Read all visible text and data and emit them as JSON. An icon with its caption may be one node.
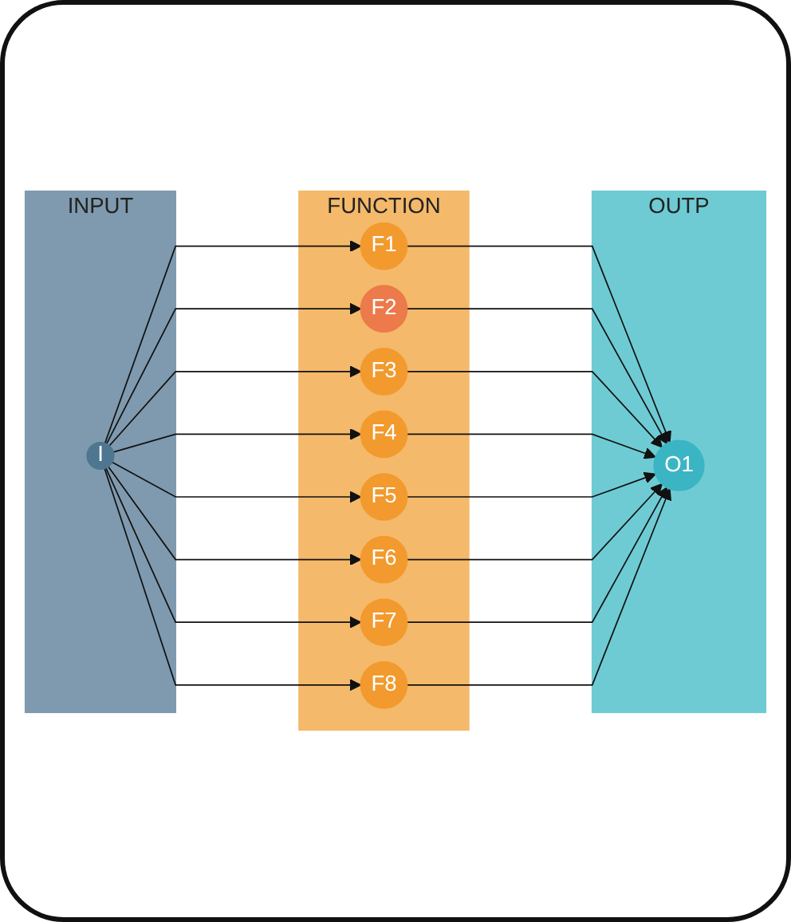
{
  "diagram": {
    "nodes": [
      {
        "text": [
          "INPUT"
        ]
      },
      {
        "text": [
          "I"
        ],
        "in": 0
      },
      {
        "text": [
          "FUNCTION"
        ]
      },
      {
        "text": [
          "F1"
        ],
        "in": 2
      },
      {
        "text": [
          "F2"
        ],
        "in": 2
      },
      {
        "text": [
          "F3"
        ],
        "in": 2
      },
      {
        "text": [
          "F4"
        ],
        "in": 2
      },
      {
        "text": [
          "F5"
        ],
        "in": 2
      },
      {
        "text": [
          "F6"
        ],
        "in": 2
      },
      {
        "text": [
          "F7"
        ],
        "in": 2
      },
      {
        "text": [
          "F8"
        ],
        "in": 2
      },
      {
        "text": [
          "OUTP"
        ]
      },
      {
        "text": [
          "O1"
        ],
        "in": 11
      }
    ],
    "edges": [
      {
        "from": 1,
        "to": 3,
        "arrow": "to"
      },
      {
        "from": 1,
        "to": 4,
        "arrow": "to"
      },
      {
        "from": 1,
        "to": 5,
        "arrow": "to"
      },
      {
        "from": 1,
        "to": 6,
        "arrow": "to"
      },
      {
        "from": 1,
        "to": 7,
        "arrow": "to"
      },
      {
        "from": 1,
        "to": 8,
        "arrow": "to"
      },
      {
        "from": 1,
        "to": 9,
        "arrow": "to"
      },
      {
        "from": 1,
        "to": 10,
        "arrow": "to"
      },
      {
        "from": 3,
        "to": 12,
        "arrow": "to"
      },
      {
        "from": 4,
        "to": 12,
        "arrow": "to"
      },
      {
        "from": 5,
        "to": 12,
        "arrow": "to"
      },
      {
        "from": 6,
        "to": 12,
        "arrow": "to"
      },
      {
        "from": 7,
        "to": 12,
        "arrow": "to"
      },
      {
        "from": 8,
        "to": 12,
        "arrow": "to"
      },
      {
        "from": 9,
        "to": 12,
        "arrow": "to"
      },
      {
        "from": 10,
        "to": 12,
        "arrow": "to"
      }
    ]
  }
}
